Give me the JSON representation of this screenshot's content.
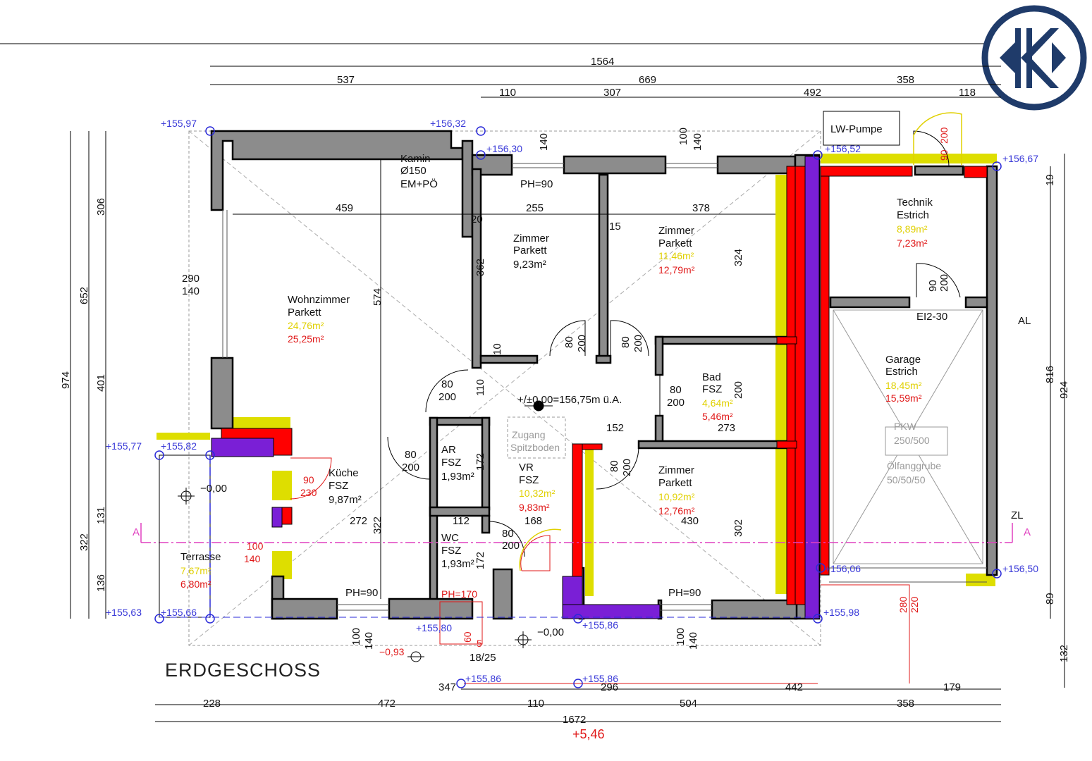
{
  "title": "ERDGESCHOSS",
  "colors": {
    "wall": "#8c8c8c",
    "insulation_yellow": "#dede00",
    "fire_red": "#ff0000",
    "violet": "#7a1fd6",
    "level_blue": "#3a3ad8",
    "section_pink": "#e040c0"
  },
  "logo_icon": "kk-monogram-logo",
  "labels": {
    "lw_pumpe": "LW-Pumpe",
    "kamin_1": "Kamin",
    "kamin_2": "Ø150",
    "kamin_3": "EM+PÖ",
    "ph90": "PH=90",
    "ph170": "PH=170",
    "el230": "EI2-30",
    "origin": "+/±0,00=156,75m ü.A.",
    "zugang_1": "Zugang",
    "zugang_2": "Spitzboden",
    "pkw_1": "PKW",
    "pkw_2": "250/500",
    "oel_1": "Ölfanggrube",
    "oel_2": "50/50/50",
    "minus000": "−0,00",
    "minus093": "−0,93",
    "steps": "18/25",
    "five": "5",
    "section": "A",
    "al": "AL",
    "zl": "ZL",
    "plus546": "+5,46"
  },
  "rooms": [
    {
      "name": "Wohnzimmer",
      "floor": "Parkett",
      "area_yellow": "24,76m²",
      "area_red": "25,25m²"
    },
    {
      "name": "Zimmer",
      "floor": "Parkett",
      "area": "9,23m²"
    },
    {
      "name": "Zimmer",
      "floor": "Parkett",
      "area_yellow": "11,46m²",
      "area_red": "12,79m²"
    },
    {
      "name": "Technik",
      "floor": "Estrich",
      "area_yellow": "8,89m²",
      "area_red": "7,23m²"
    },
    {
      "name": "Garage",
      "floor": "Estrich",
      "area_yellow": "18,45m²",
      "area_red": "15,59m²"
    },
    {
      "name": "Bad",
      "floor": "FSZ",
      "area_yellow": "4,64m²",
      "area_red": "5,46m²"
    },
    {
      "name": "Zimmer",
      "floor": "Parkett",
      "area_yellow": "10,92m²",
      "area_red": "12,76m²"
    },
    {
      "name": "VR",
      "floor": "FSZ",
      "area_yellow": "10,32m²",
      "area_red": "9,83m²"
    },
    {
      "name": "AR",
      "floor": "FSZ",
      "area": "1,93m²"
    },
    {
      "name": "WC",
      "floor": "FSZ",
      "area": "1,93m²"
    },
    {
      "name": "Küche",
      "floor": "FSZ",
      "area": "9,87m²"
    },
    {
      "name": "Terrasse",
      "floor": "",
      "area_yellow": "7,67m²",
      "area_red": "6,80m²"
    }
  ],
  "levels": [
    "+155,97",
    "+156,32",
    "+156,30",
    "+156,52",
    "+156,67",
    "+155,77",
    "+155,82",
    "+155,63",
    "+155,66",
    "+155,80",
    "+155,86",
    "+155,86",
    "+155,86",
    "+156,06",
    "+156,50",
    "+155,98"
  ],
  "dims_top": [
    "1564",
    "537",
    "669",
    "358",
    "110",
    "307",
    "492",
    "118"
  ],
  "dims_bottom": [
    "347",
    "296",
    "442",
    "179",
    "228",
    "472",
    "110",
    "504",
    "358",
    "1672"
  ],
  "dims_left": [
    "974",
    "652",
    "306",
    "401",
    "322",
    "131",
    "136"
  ],
  "dims_right": [
    "19",
    "816",
    "924",
    "89",
    "132"
  ],
  "dims_inner": [
    "459",
    "255",
    "378",
    "290",
    "140",
    "362",
    "324",
    "574",
    "20",
    "15",
    "10",
    "110",
    "80",
    "200",
    "152",
    "273",
    "112",
    "168",
    "272",
    "322",
    "302",
    "430",
    "90",
    "230",
    "100",
    "140",
    "280",
    "220",
    "172",
    "60"
  ]
}
